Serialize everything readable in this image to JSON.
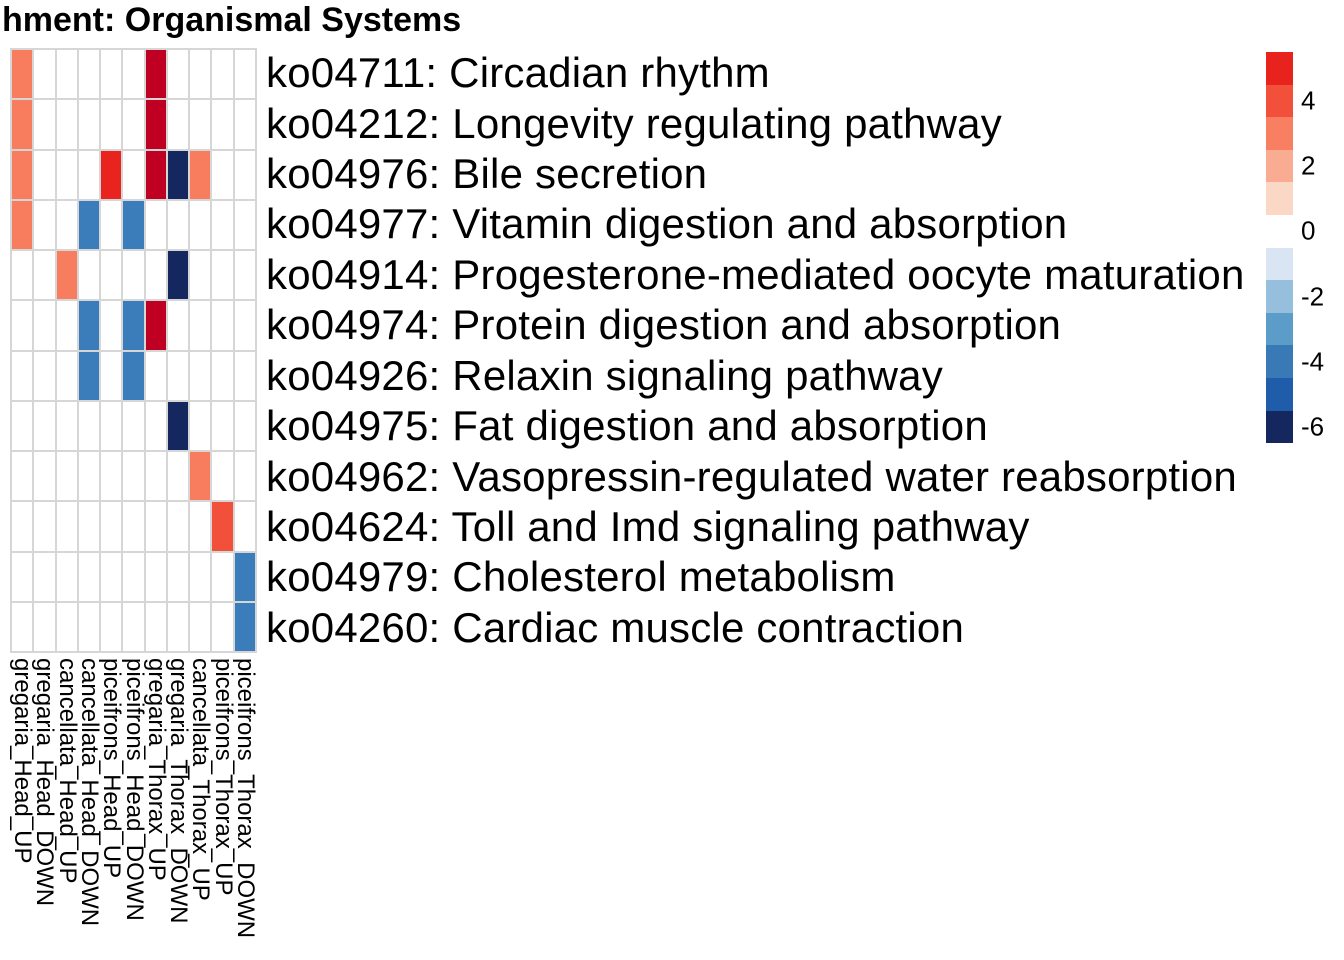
{
  "title": "hment: Organismal Systems",
  "chart_data": {
    "type": "heatmap",
    "title": "hment: Organismal Systems",
    "columns": [
      "gregaria_Head_UP",
      "gregaria_Head_DOWN",
      "cancellata_Head_UP",
      "cancellata_Head_DOWN",
      "piceifrons_Head_UP",
      "piceifrons_Head_DOWN",
      "gregaria_Thorax_UP",
      "gregaria_Thorax_DOWN",
      "cancellata_Thorax_UP",
      "piceifrons_Thorax_UP",
      "piceifrons_Thorax_DOWN"
    ],
    "rows": [
      "ko04711: Circadian rhythm",
      "ko04212: Longevity regulating pathway",
      "ko04976: Bile secretion",
      "ko04977: Vitamin digestion and absorption",
      "ko04914: Progesterone-mediated oocyte maturation",
      "ko04974: Protein digestion and absorption",
      "ko04926: Relaxin signaling pathway",
      "ko04975: Fat digestion and absorption",
      "ko04962: Vasopressin-regulated water reabsorption",
      "ko04624: Toll and Imd signaling pathway",
      "ko04979: Cholesterol metabolism",
      "ko04260: Cardiac muscle contraction"
    ],
    "matrix": [
      [
        3,
        null,
        null,
        null,
        null,
        null,
        6,
        null,
        null,
        null,
        null
      ],
      [
        3,
        null,
        null,
        null,
        null,
        null,
        6,
        null,
        null,
        null,
        null
      ],
      [
        3,
        null,
        null,
        null,
        5,
        null,
        6,
        -6,
        3,
        null,
        null
      ],
      [
        3,
        null,
        null,
        -4,
        null,
        -4,
        null,
        null,
        null,
        null,
        null
      ],
      [
        null,
        null,
        3,
        null,
        null,
        null,
        null,
        -6,
        null,
        null,
        null
      ],
      [
        null,
        null,
        null,
        -4,
        null,
        -4,
        6,
        null,
        null,
        null,
        null
      ],
      [
        null,
        null,
        null,
        -4,
        null,
        -4,
        null,
        null,
        null,
        null,
        null
      ],
      [
        null,
        null,
        null,
        null,
        null,
        null,
        null,
        -6,
        null,
        null,
        null
      ],
      [
        null,
        null,
        null,
        null,
        null,
        null,
        null,
        null,
        3,
        null,
        null
      ],
      [
        null,
        null,
        null,
        null,
        null,
        null,
        null,
        null,
        null,
        4,
        null
      ],
      [
        null,
        null,
        null,
        null,
        null,
        null,
        null,
        null,
        null,
        null,
        -4
      ],
      [
        null,
        null,
        null,
        null,
        null,
        null,
        null,
        null,
        null,
        null,
        -4
      ]
    ],
    "value_colors": {
      "6": "#C00023",
      "5": "#E9241F",
      "4": "#F2503B",
      "3": "#F87D5E",
      "-4": "#3A7DBA",
      "-6": "#14275E"
    },
    "empty_color": "#FFFFFF",
    "grid_line_color": "#D6D6D6",
    "legend": {
      "position": "right",
      "blocks": [
        {
          "value": 5,
          "color": "#E8231E"
        },
        {
          "value": 4,
          "color": "#F2503B"
        },
        {
          "value": 3,
          "color": "#F87F62"
        },
        {
          "value": 2,
          "color": "#F9AC92"
        },
        {
          "value": 1,
          "color": "#FBD7C5"
        },
        {
          "value": 0,
          "color": "#FFFFFF"
        },
        {
          "value": -1,
          "color": "#D9E5F3"
        },
        {
          "value": -2,
          "color": "#95BFDD"
        },
        {
          "value": -3,
          "color": "#5B9CC9"
        },
        {
          "value": -4,
          "color": "#3879B6"
        },
        {
          "value": -5,
          "color": "#1F5CA9"
        },
        {
          "value": -6,
          "color": "#14275E"
        }
      ],
      "tick_labels": [
        "4",
        "2",
        "0",
        "-2",
        "-4",
        "-6"
      ]
    }
  }
}
